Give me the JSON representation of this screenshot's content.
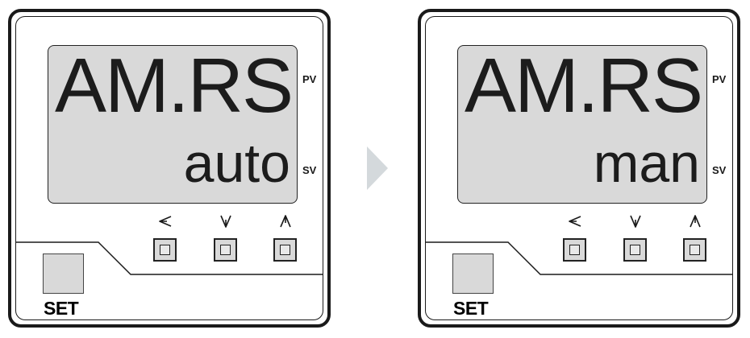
{
  "panels": [
    {
      "display": {
        "pv": "AM.RS",
        "sv": "auto"
      },
      "labels": {
        "pv": "PV",
        "sv": "SV"
      },
      "keys": {
        "left_icon": "left-arrow-icon",
        "down_icon": "down-arrow-icon",
        "up_icon": "up-arrow-icon"
      },
      "set_label": "SET"
    },
    {
      "display": {
        "pv": "AM.RS",
        "sv": "man"
      },
      "labels": {
        "pv": "PV",
        "sv": "SV"
      },
      "keys": {
        "left_icon": "left-arrow-icon",
        "down_icon": "down-arrow-icon",
        "up_icon": "up-arrow-icon"
      },
      "set_label": "SET"
    }
  ],
  "colors": {
    "lcd": "#d9d9d9",
    "frame": "#1a1a1a",
    "arrow": "#d4d9dc"
  }
}
